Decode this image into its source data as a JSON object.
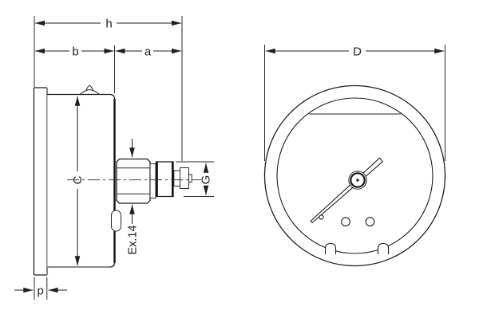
{
  "drawing": {
    "side_view": {
      "dim_h": "h",
      "dim_b": "b",
      "dim_a": "a",
      "dim_c": "C",
      "dim_g": "G",
      "dim_p": "p",
      "dim_hex_flats": "Ex.14"
    },
    "front_view": {
      "dim_d": "D"
    }
  },
  "colors": {
    "line": "#1f1f1f",
    "gray_line": "#8a8a8a",
    "background": "#ffffff"
  }
}
